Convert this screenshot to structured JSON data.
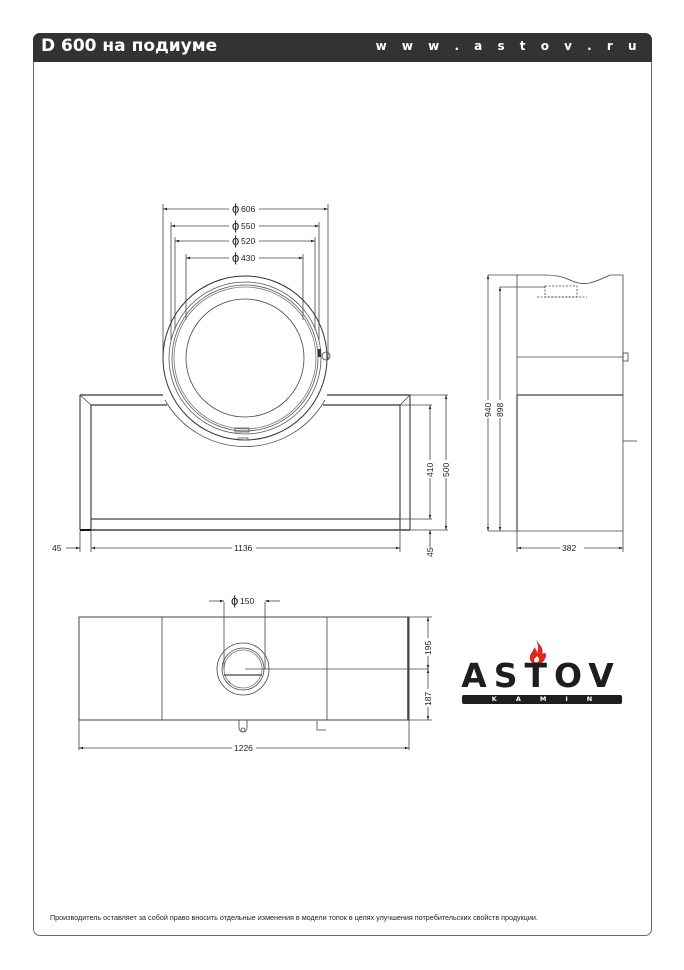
{
  "header": {
    "title": "D 600 на подиуме",
    "website": "w w w . a s t o v . r u",
    "background_color": "#333333"
  },
  "front_view": {
    "diameters": [
      "606",
      "550",
      "520",
      "430"
    ],
    "width_label": "1136",
    "left_offset_label": "45",
    "inner_height_label": "410",
    "total_height_label": "500",
    "bottom_offset_label": "45"
  },
  "side_view": {
    "total_height_label": "940",
    "flue_height_label": "898",
    "depth_label": "382"
  },
  "top_view": {
    "flue_diameter_label": "150",
    "width_label": "1226",
    "front_depth_label": "195",
    "rear_depth_label": "187"
  },
  "logo": {
    "name": "ASTOV",
    "subtitle": "KAMIN",
    "flame_color": "#e0261d"
  },
  "footer": {
    "disclaimer": "Производитель оставляет за собой право вносить отдельные изменения в модели топок в целях улучшения потребительских свойств продукции."
  }
}
